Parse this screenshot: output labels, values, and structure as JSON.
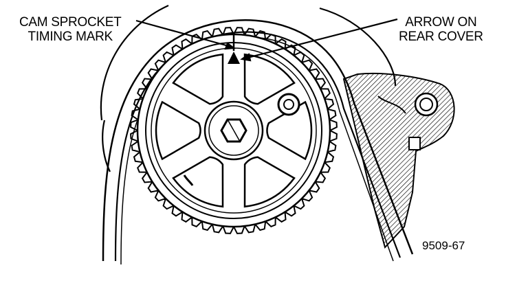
{
  "callouts": {
    "cam_sprocket_line1": "CAM SPROCKET",
    "cam_sprocket_line2": "TIMING MARK",
    "arrow_line1": "ARROW ON",
    "arrow_line2": "REAR COVER"
  },
  "figure_number": "9509-67",
  "colors": {
    "ink": "#000000",
    "paper": "#ffffff"
  }
}
